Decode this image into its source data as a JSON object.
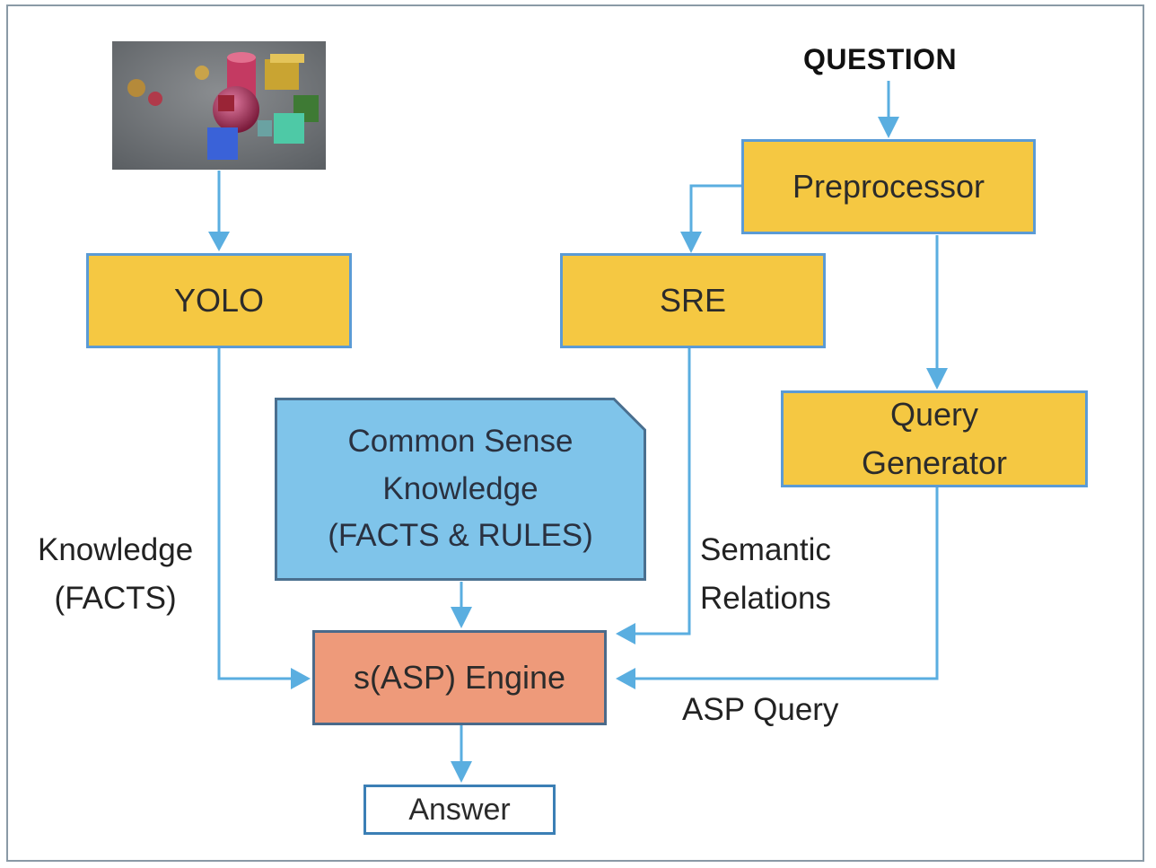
{
  "diagram": {
    "nodes": {
      "yolo": "YOLO",
      "sre": "SRE",
      "preprocessor": "Preprocessor",
      "query_generator": "Query\nGenerator",
      "common_sense": "Common Sense\nKnowledge\n(FACTS & RULES)",
      "engine": "s(ASP) Engine",
      "answer": "Answer"
    },
    "input_label": "QUESTION",
    "edge_labels": {
      "knowledge_facts": "Knowledge\n(FACTS)",
      "semantic_relations": "Semantic\nRelations",
      "asp_query": "ASP Query"
    },
    "colors": {
      "process_fill": "#f5c842",
      "engine_fill": "#ee9a7a",
      "knowledge_fill": "#7fc4ea",
      "connector": "#5aaee0",
      "frame": "#8a9aa6"
    },
    "icons": {
      "input_image": "3d-objects-scene-image"
    }
  }
}
